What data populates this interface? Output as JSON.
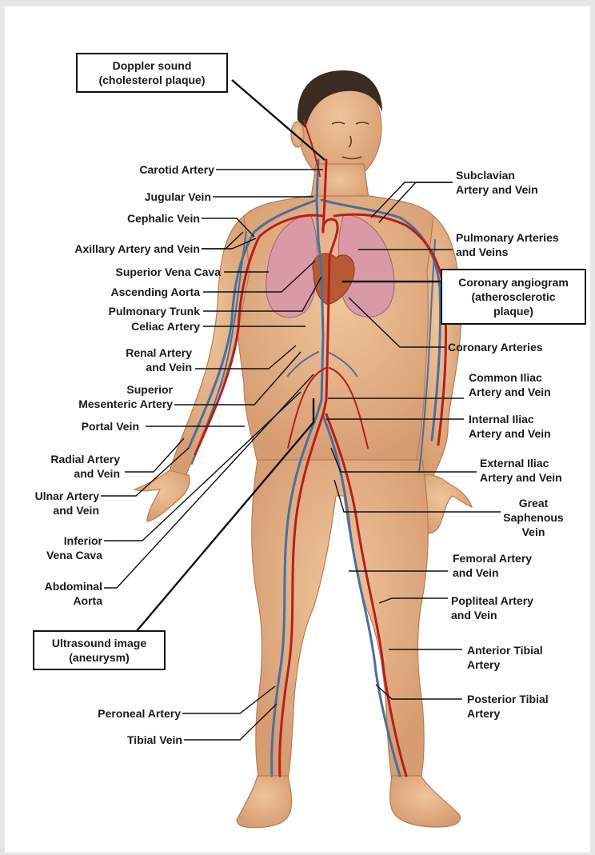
{
  "labels": {
    "carotid_artery": "Carotid Artery",
    "jugular_vein": "Jugular Vein",
    "cephalic_vein": "Cephalic Vein",
    "axillary": "Axillary Artery and Vein",
    "superior_vena_cava": "Superior Vena Cava",
    "ascending_aorta": "Ascending Aorta",
    "pulmonary_trunk": "Pulmonary Trunk",
    "celiac_artery": "Celiac Artery",
    "renal": "Renal Artery\nand Vein",
    "superior_mesenteric": "Superior\nMesenteric Artery",
    "portal_vein": "Portal Vein",
    "radial": "Radial Artery\nand Vein",
    "ulnar": "Ulnar Artery\nand Vein",
    "inferior_vena_cava": "Inferior\nVena Cava",
    "abdominal_aorta": "Abdominal\nAorta",
    "peroneal_artery": "Peroneal Artery",
    "tibial_vein": "Tibial Vein",
    "subclavian": "Subclavian\nArtery and Vein",
    "pulmonary": "Pulmonary Arteries\nand Veins",
    "coronary_arteries": "Coronary Arteries",
    "common_iliac": "Common Iliac\nArtery and Vein",
    "internal_iliac": "Internal Iliac\nArtery and Vein",
    "external_iliac": "External Iliac\nArtery and Vein",
    "great_saphenous": "Great\nSaphenous\nVein",
    "femoral": "Femoral Artery\nand Vein",
    "popliteal": "Popliteal Artery\nand Vein",
    "anterior_tibial": "Anterior Tibial\nArtery",
    "posterior_tibial": "Posterior Tibial\nArtery"
  },
  "callouts": {
    "doppler": "Doppler sound\n(cholesterol plaque)",
    "coronary_angiogram": "Coronary angiogram\n(atherosclerotic\nplaque)",
    "ultrasound": "Ultrasound image\n(aneurysm)"
  },
  "colors": {
    "skin": "#e8b48a",
    "skin_shadow": "#d59a6e",
    "artery": "#b3201e",
    "vein": "#4a6f9e",
    "lung": "#d99aa6",
    "heart": "#b75a34",
    "hair": "#3a2c20"
  }
}
